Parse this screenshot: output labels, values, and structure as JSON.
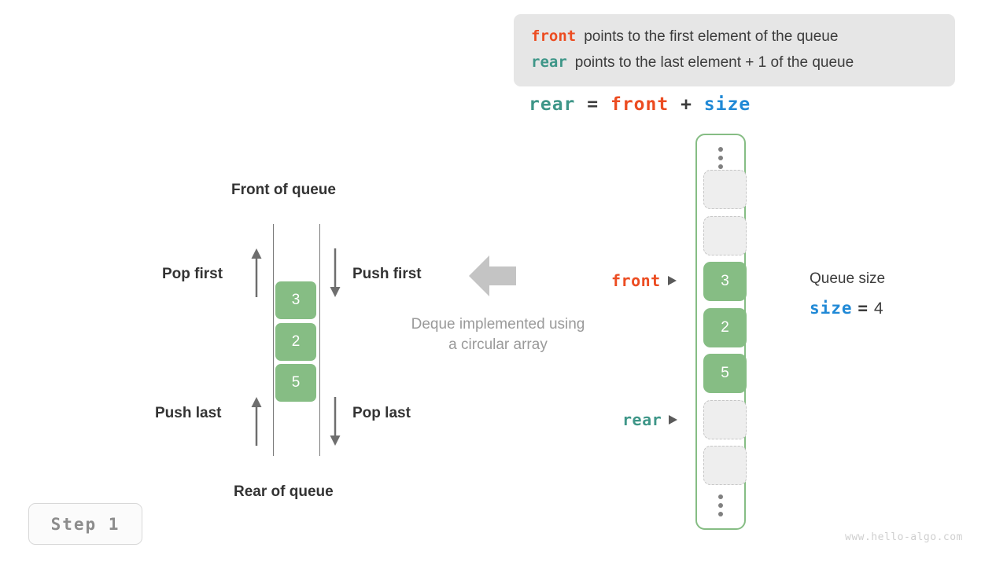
{
  "legend": {
    "lines": [
      {
        "keyword": "front",
        "keyword_color": "#ec4c21",
        "text": "points to the first element of the queue"
      },
      {
        "keyword": "rear",
        "keyword_color": "#3e9688",
        "text": "points to the last element + 1 of the queue"
      }
    ],
    "background": "#e6e6e6"
  },
  "formula": {
    "lhs": "rear",
    "eq": "=",
    "op1": "front",
    "plus": "+",
    "op2": "size"
  },
  "deque": {
    "front_title": "Front of queue",
    "rear_title": "Rear of queue",
    "pop_first": "Pop first",
    "push_first": "Push first",
    "push_last": "Push last",
    "pop_last": "Pop last",
    "caption_line1": "Deque implemented using",
    "caption_line2": "a circular array",
    "cells": [
      "3",
      "2",
      "5"
    ]
  },
  "array": {
    "border_color": "#86bd84",
    "fill_color": "#86bd84",
    "empty_color": "#eeeeee",
    "cells": [
      {
        "value": "",
        "state": "empty"
      },
      {
        "value": "",
        "state": "empty"
      },
      {
        "value": "3",
        "state": "filled"
      },
      {
        "value": "2",
        "state": "filled"
      },
      {
        "value": "5",
        "state": "filled"
      },
      {
        "value": "",
        "state": "empty"
      },
      {
        "value": "",
        "state": "empty"
      }
    ],
    "pointers": [
      {
        "name": "front",
        "color": "#ec4c21"
      },
      {
        "name": "rear",
        "color": "#3e9688"
      }
    ]
  },
  "queue_size": {
    "title": "Queue size",
    "var": "size",
    "eq": "=",
    "value": "4"
  },
  "step_badge": "Step 1",
  "watermark": "www.hello-algo.com"
}
